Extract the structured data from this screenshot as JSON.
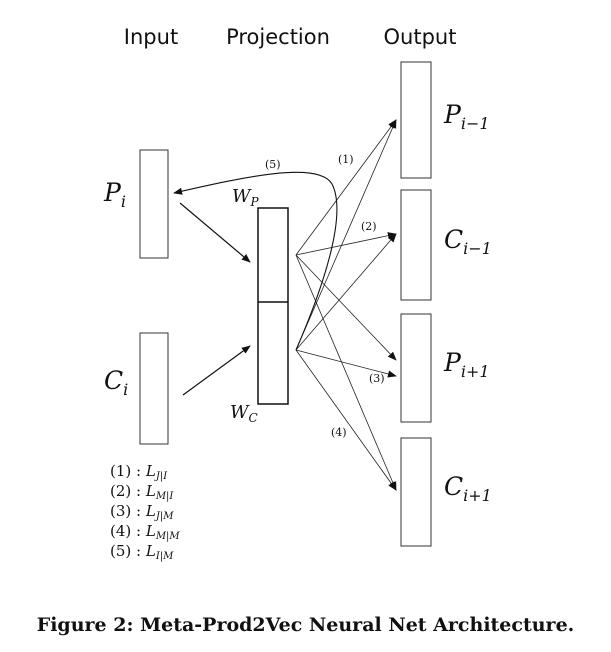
{
  "headers": {
    "input": "Input",
    "projection": "Projection",
    "output": "Output"
  },
  "input_nodes": [
    {
      "main": "P",
      "sub": "i"
    },
    {
      "main": "C",
      "sub": "i"
    }
  ],
  "projection": {
    "top_weight": {
      "main": "W",
      "sub": "P"
    },
    "bottom_weight": {
      "main": "W",
      "sub": "C"
    }
  },
  "output_nodes": [
    {
      "main": "P",
      "sub": "i−1"
    },
    {
      "main": "C",
      "sub": "i−1"
    },
    {
      "main": "P",
      "sub": "i+1"
    },
    {
      "main": "C",
      "sub": "i+1"
    }
  ],
  "edge_labels": [
    "(5)",
    "(1)",
    "(2)",
    "(3)",
    "(4)"
  ],
  "legend": [
    {
      "num": "(1)",
      "sep": " : ",
      "main": "L",
      "sub": "J|I"
    },
    {
      "num": "(2)",
      "sep": " : ",
      "main": "L",
      "sub": "M|I"
    },
    {
      "num": "(3)",
      "sep": " : ",
      "main": "L",
      "sub": "J|M"
    },
    {
      "num": "(4)",
      "sep": " : ",
      "main": "L",
      "sub": "M|M"
    },
    {
      "num": "(5)",
      "sep": " : ",
      "main": "L",
      "sub": "I|M"
    }
  ],
  "caption": "Figure 2: Meta-Prod2Vec Neural Net Architecture."
}
